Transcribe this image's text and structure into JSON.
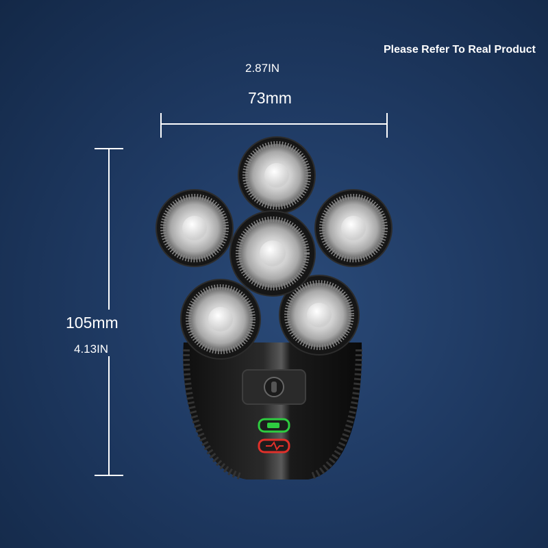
{
  "note": "Please Refer To Real Product",
  "dimensions": {
    "width_in": "2.87IN",
    "width_mm": "73mm",
    "height_mm": "105mm",
    "height_in": "4.13IN"
  },
  "colors": {
    "background": "#1f3a63",
    "shaver_body": "#1a1a1a",
    "blade": "#c9c9c9",
    "indicator_battery": "#2ecc40",
    "indicator_charge": "#e0302a"
  },
  "icons": [
    "power-button-icon",
    "battery-icon",
    "charging-icon"
  ]
}
